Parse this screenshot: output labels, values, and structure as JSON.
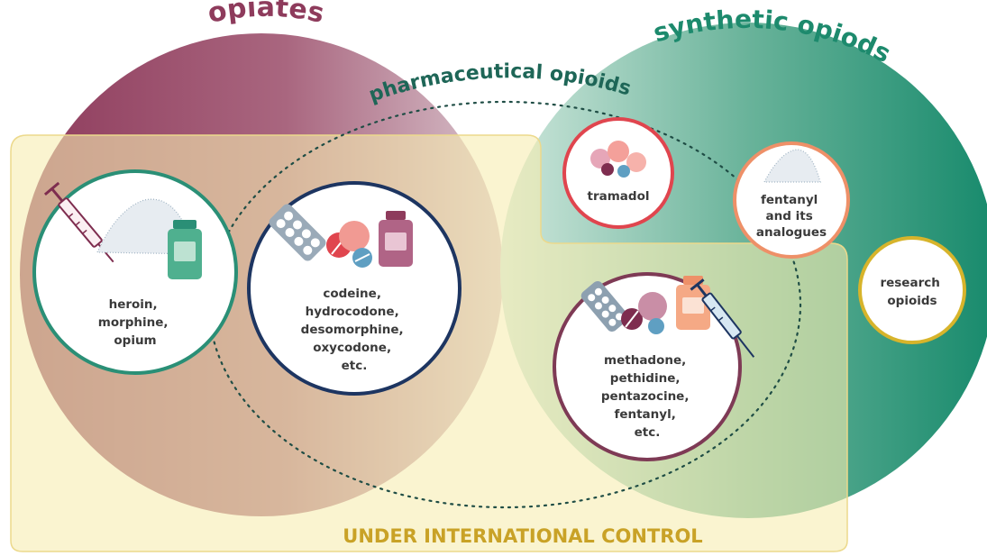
{
  "colors": {
    "opiates": "#8e3b5c",
    "synthetic": "#1d8a6d",
    "control_fill": "#f8f1c8",
    "control_text": "#c9a227",
    "pharma_text": "#1e6657",
    "ring_green": "#2a8f76",
    "ring_navy": "#1d3561",
    "ring_red": "#e0454e",
    "ring_salmon": "#ee9068",
    "ring_plum": "#7e3a55",
    "ring_gold": "#d7b42b"
  },
  "labels": {
    "opiates": "opiates",
    "synthetic": "synthetic opiods",
    "pharmaceutical": "pharmaceutical opioids",
    "control": "UNDER INTERNATIONAL CONTROL"
  },
  "bubbles": {
    "heroin": [
      "heroin,",
      "morphine,",
      "opium"
    ],
    "codeine": [
      "codeine,",
      "hydrocodone,",
      "desomorphine,",
      "oxycodone,",
      "etc."
    ],
    "tramadol": [
      "tramadol"
    ],
    "fentanyl_analogues": [
      "fentanyl",
      "and its",
      "analogues"
    ],
    "research": [
      "research",
      "opioids"
    ],
    "methadone": [
      "methadone,",
      "pethidine,",
      "pentazocine,",
      "fentanyl,",
      "etc."
    ]
  },
  "icons": {
    "heroin": [
      "syringe-icon",
      "powder-pile-icon",
      "vial-icon"
    ],
    "codeine": [
      "blister-pack-icon",
      "pills-icon",
      "vial-icon"
    ],
    "tramadol": [
      "pills-icon"
    ],
    "fentanyl_analogues": [
      "powder-pile-icon"
    ],
    "methadone": [
      "blister-pack-icon",
      "pills-icon",
      "vial-icon",
      "syringe-icon"
    ]
  }
}
